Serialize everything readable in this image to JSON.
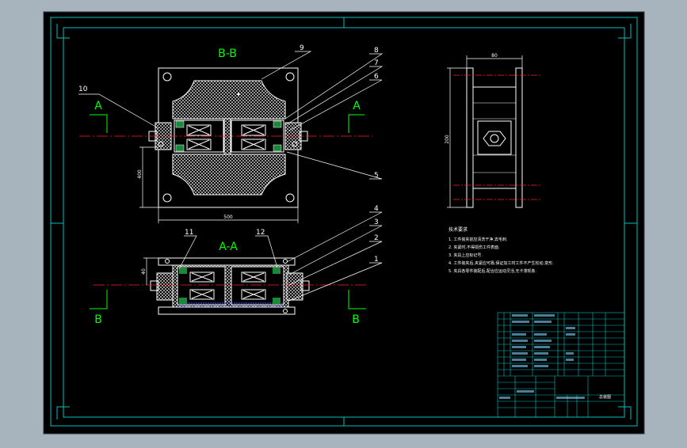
{
  "colors": {
    "background": "#a7b3bd",
    "sheet": "#000000",
    "frame": "#00c0c0",
    "part": "#ffffff",
    "label": "#00ff00",
    "centerline": "#ff2020",
    "hatch": "#b8b8b8"
  },
  "views": {
    "bb_title": "B-B",
    "aa_title": "A-A",
    "section_a_left": "A",
    "section_a_right": "A",
    "section_b_left": "B",
    "section_b_right": "B"
  },
  "dimensions": {
    "bb_width": "500",
    "bb_height": "400",
    "aa_height": "40",
    "side_width": "80",
    "side_height": "200"
  },
  "balloons": [
    "1",
    "2",
    "3",
    "4",
    "5",
    "6",
    "7",
    "8",
    "9",
    "10",
    "11",
    "12"
  ],
  "notes": {
    "heading": "技术要求",
    "lines": [
      "1. 工件装夹前应清洗干净,去毛刺.",
      "2. 夹紧时,不得损伤工件表面.",
      "3. 夹具上应标记号.",
      "4. 工件装夹后,夹紧应可靠,保证加工时工件不产生松动,变形.",
      "5. 夹具各零件装配后,配合应运动灵活,无卡滞现象."
    ]
  },
  "title_block": {
    "drawing_name": "总装图"
  }
}
